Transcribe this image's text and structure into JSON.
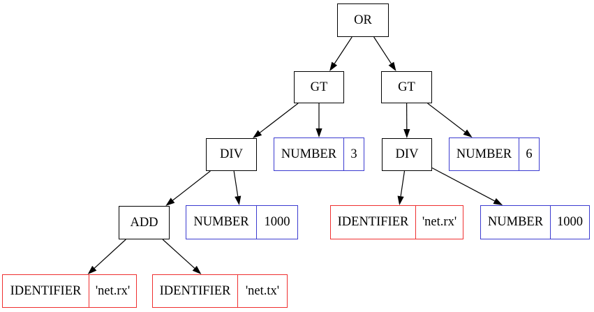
{
  "diagram": {
    "title": "expression-ast-tree",
    "background": "#ffffff",
    "colors": {
      "operator_border": "#000000",
      "number_border": "#3b3bd0",
      "identifier_border": "#ef2f2f",
      "edge": "#000000",
      "text": "#000000"
    },
    "nodes": [
      {
        "id": "or",
        "kind": "operator",
        "label": "OR"
      },
      {
        "id": "gt_left",
        "kind": "operator",
        "label": "GT"
      },
      {
        "id": "gt_right",
        "kind": "operator",
        "label": "GT"
      },
      {
        "id": "div_left",
        "kind": "operator",
        "label": "DIV"
      },
      {
        "id": "number_3",
        "kind": "number",
        "label": "NUMBER",
        "value": "3"
      },
      {
        "id": "div_right",
        "kind": "operator",
        "label": "DIV"
      },
      {
        "id": "number_6",
        "kind": "number",
        "label": "NUMBER",
        "value": "6"
      },
      {
        "id": "add",
        "kind": "operator",
        "label": "ADD"
      },
      {
        "id": "number_1000_left",
        "kind": "number",
        "label": "NUMBER",
        "value": "1000"
      },
      {
        "id": "identifier_net_rx_middle",
        "kind": "identifier",
        "label": "IDENTIFIER",
        "value": "'net.rx'"
      },
      {
        "id": "number_1000_right",
        "kind": "number",
        "label": "NUMBER",
        "value": "1000"
      },
      {
        "id": "identifier_net_rx_bottom",
        "kind": "identifier",
        "label": "IDENTIFIER",
        "value": "'net.rx'"
      },
      {
        "id": "identifier_net_tx_bottom",
        "kind": "identifier",
        "label": "IDENTIFIER",
        "value": "'net.tx'"
      }
    ],
    "edges": [
      {
        "from": "or",
        "to": "gt_left"
      },
      {
        "from": "or",
        "to": "gt_right"
      },
      {
        "from": "gt_left",
        "to": "div_left"
      },
      {
        "from": "gt_left",
        "to": "number_3"
      },
      {
        "from": "gt_right",
        "to": "div_right"
      },
      {
        "from": "gt_right",
        "to": "number_6"
      },
      {
        "from": "div_left",
        "to": "add"
      },
      {
        "from": "div_left",
        "to": "number_1000_left"
      },
      {
        "from": "div_right",
        "to": "identifier_net_rx_middle"
      },
      {
        "from": "div_right",
        "to": "number_1000_right"
      },
      {
        "from": "add",
        "to": "identifier_net_rx_bottom"
      },
      {
        "from": "add",
        "to": "identifier_net_tx_bottom"
      }
    ]
  }
}
